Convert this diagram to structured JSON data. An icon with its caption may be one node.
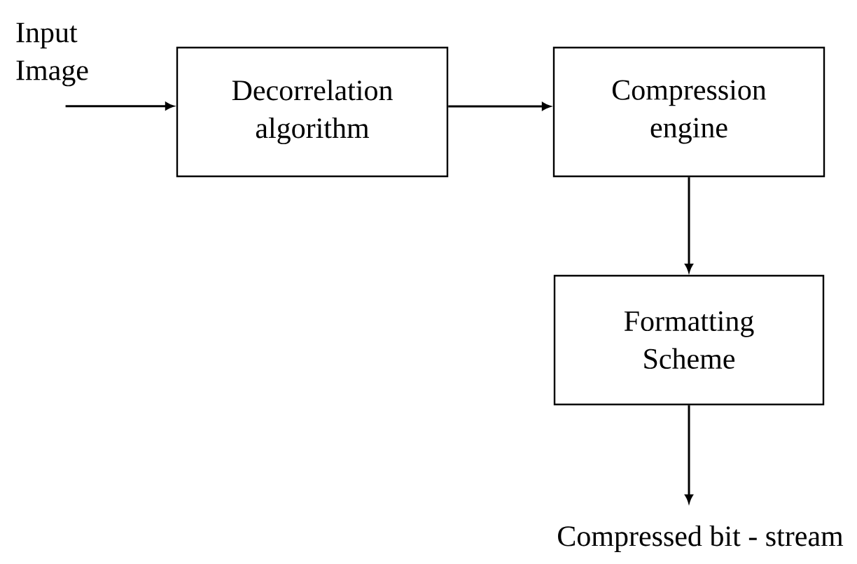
{
  "diagram": {
    "nodes": [
      {
        "text": [
          "Input Image"
        ]
      },
      {
        "text": [
          "Decorrelation algorithm"
        ]
      },
      {
        "text": [
          "Compression engine"
        ]
      },
      {
        "text": [
          "Formatting Scheme"
        ]
      },
      {
        "text": [
          "Compressed bit - stream"
        ]
      }
    ],
    "edges": [
      {
        "from": 0,
        "to": 1,
        "arrow": "to"
      },
      {
        "from": 1,
        "to": 2,
        "arrow": "to"
      },
      {
        "from": 2,
        "to": 3,
        "arrow": "to"
      },
      {
        "from": 3,
        "to": 4,
        "arrow": "to"
      }
    ]
  }
}
